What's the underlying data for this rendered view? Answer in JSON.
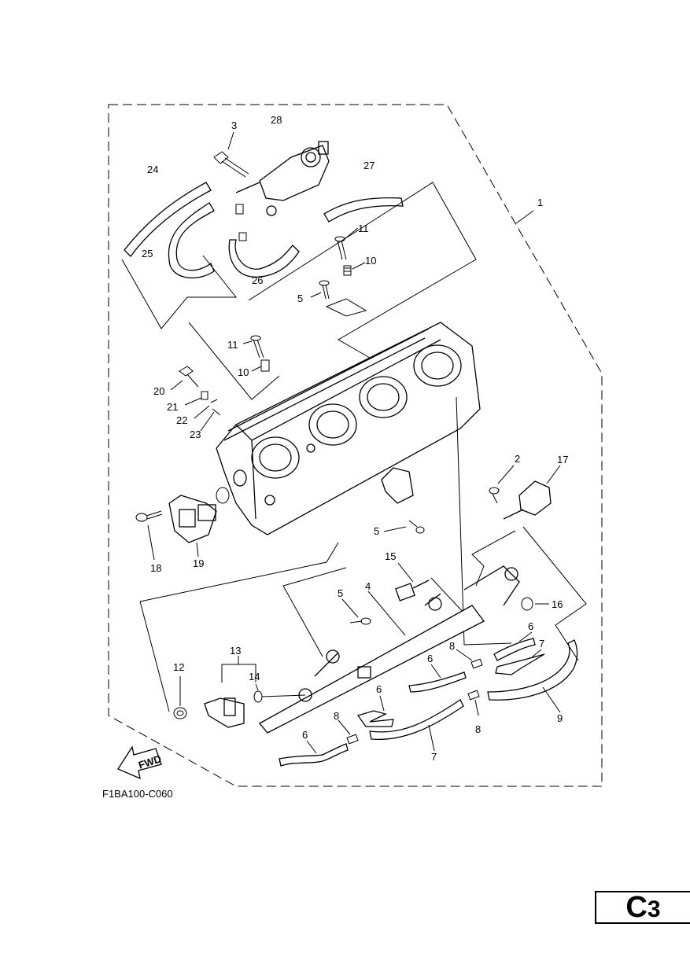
{
  "diagram": {
    "callouts": [
      "1",
      "2",
      "3",
      "4",
      "5",
      "5",
      "5",
      "6",
      "6",
      "6",
      "6",
      "7",
      "7",
      "8",
      "8",
      "8",
      "9",
      "10",
      "10",
      "11",
      "11",
      "12",
      "13",
      "14",
      "15",
      "16",
      "17",
      "18",
      "19",
      "20",
      "21",
      "22",
      "23",
      "24",
      "25",
      "26",
      "27",
      "28"
    ],
    "fwd_label": "FWD",
    "drawing_code": "F1BA100-C060",
    "page_letter": "C",
    "page_number": "3"
  }
}
